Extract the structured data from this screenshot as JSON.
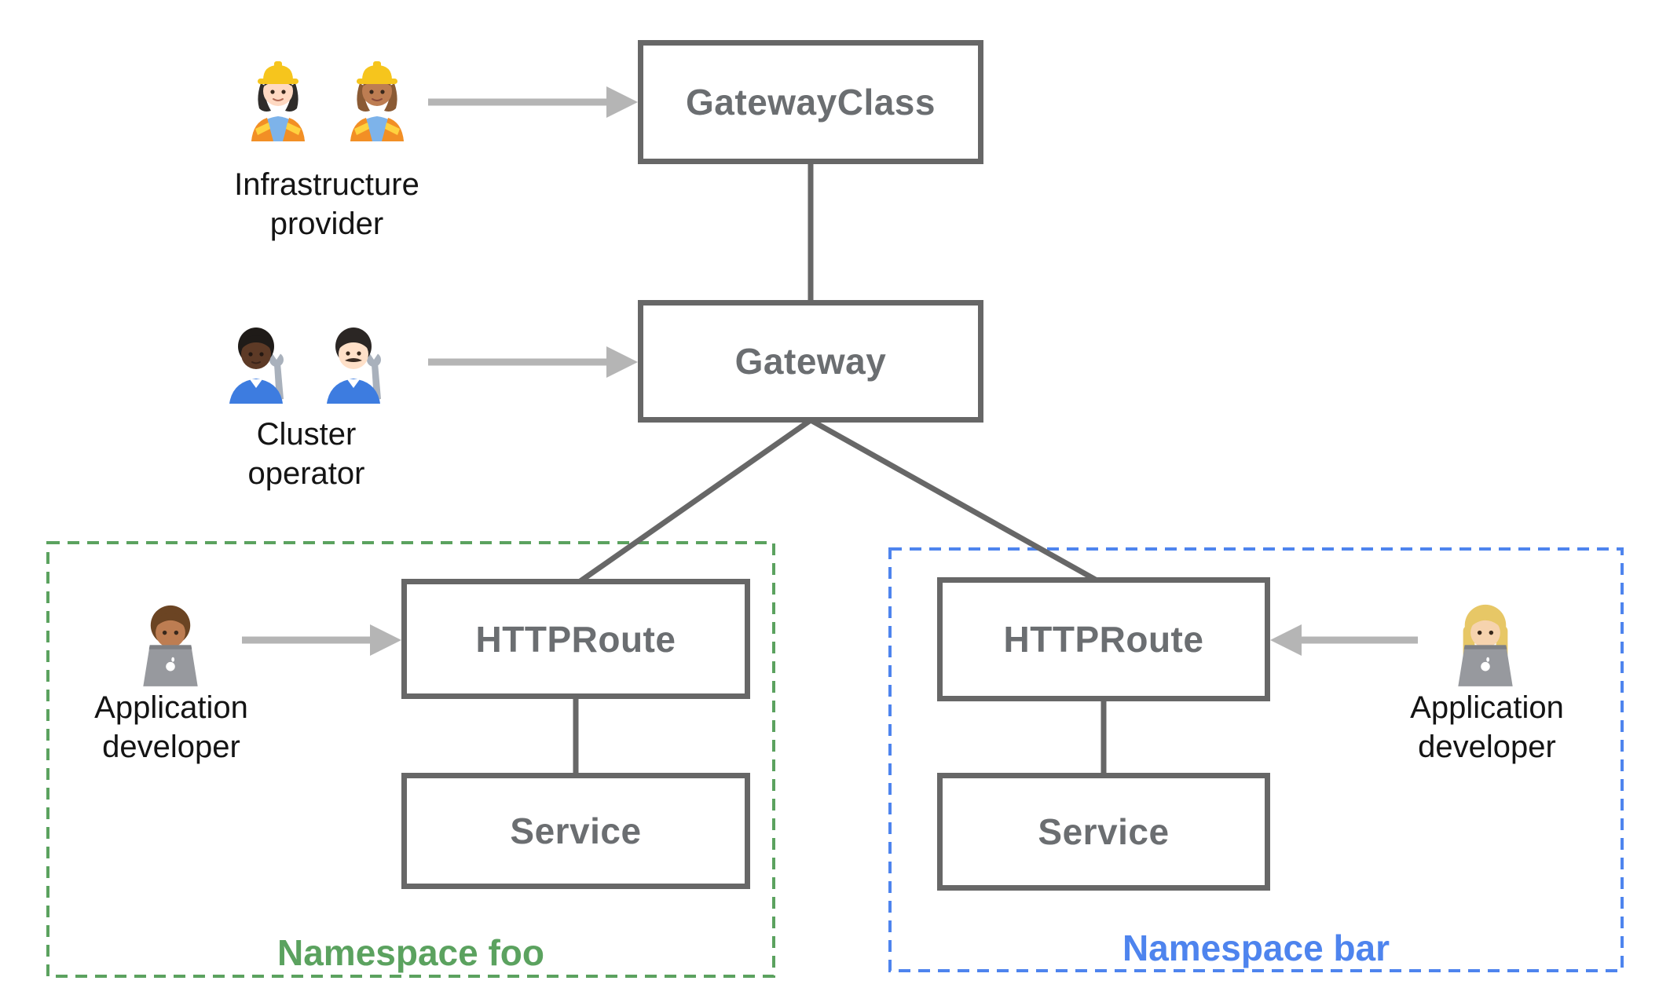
{
  "colors": {
    "line_gray": "#676767",
    "box_text_gray": "#6b6e71",
    "arrow_gray": "#b5b5b5",
    "ns_foo_green": "#5ba25f",
    "ns_bar_blue": "#4e84ee"
  },
  "nodes": {
    "gateway_class": {
      "label": "GatewayClass"
    },
    "gateway": {
      "label": "Gateway"
    },
    "httproute_foo": {
      "label": "HTTPRoute"
    },
    "service_foo": {
      "label": "Service"
    },
    "httproute_bar": {
      "label": "HTTPRoute"
    },
    "service_bar": {
      "label": "Service"
    }
  },
  "namespaces": {
    "foo": {
      "label": "Namespace foo"
    },
    "bar": {
      "label": "Namespace bar"
    }
  },
  "personas": {
    "infrastructure_provider": {
      "label": "Infrastructure provider",
      "emoji": "👷🏻‍♀️ 👷🏽‍♀️"
    },
    "cluster_operator": {
      "label": "Cluster operator",
      "emoji": "🧑🏿‍🔧 👨🏻‍🔧"
    },
    "app_developer_foo": {
      "label": "Application developer",
      "emoji": "👨🏽‍💻"
    },
    "app_developer_bar": {
      "label": "Application developer",
      "emoji": "👩🏼‍💻"
    }
  }
}
